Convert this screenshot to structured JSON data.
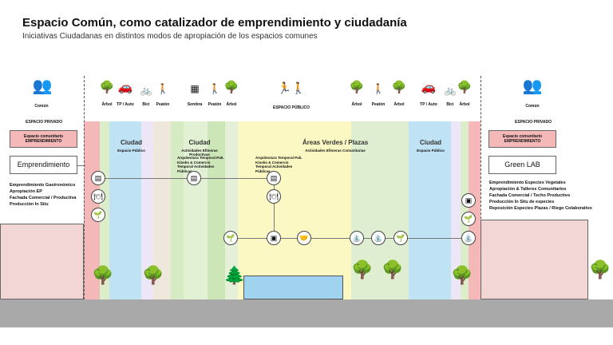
{
  "header": {
    "title": "Espacio Común, como catalizador de emprendimiento y ciudadanía",
    "subtitle": "Iniciativas Ciudadanas en distintos modos de apropiación de los espacios comunes"
  },
  "left": {
    "people_label": "Común",
    "private_label": "ESPACIO PRIVADO",
    "pink_box": [
      "Espacio comunitario",
      "EMPRENDIMIENTO"
    ],
    "white_box": "Emprendimiento",
    "list": [
      "Emprendimiento Gastronómico",
      "Apropiación EP",
      "Fachada Comercial / Productiva",
      "Producción In Situ"
    ]
  },
  "right": {
    "people_label": "Común",
    "private_label": "ESPACIO PRIVADO",
    "pink_box": [
      "Espacio comunitario",
      "EMPRENDIMIENTO"
    ],
    "white_box": "Green LAB",
    "list": [
      "Emprendimiento Especies Vegetales",
      "Apropiación & Talleres Comunitarios",
      "Fachada Comercial / Techo Productivo",
      "Producción In Situ de especies",
      "Reposición Especies Plazas / Riego Colaborativo"
    ]
  },
  "top_icons": {
    "left": [
      "Árbol",
      "TP / Auto",
      "Bici",
      "Peatón",
      "Sombra",
      "Peatón",
      "Árbol"
    ],
    "center": "ESPACIO PÚBLICO",
    "right": [
      "Árbol",
      "Peatón",
      "Árbol",
      "TP / Auto",
      "Bici",
      "Árbol"
    ]
  },
  "zones": [
    {
      "title": "Ciudad",
      "sub": "Espacio Público"
    },
    {
      "title": "Ciudad",
      "sub": "Actividades Efímeras Productivas"
    },
    {
      "title": "Áreas Verdes / Plazas",
      "sub": "Actividades Efímeras Comunitarias"
    },
    {
      "title": "Ciudad",
      "sub": "Espacio Público"
    }
  ],
  "notes": {
    "a": "Arquitectura Temporal Pab. Kiosko & Comercio Temporal Actividades Públicas",
    "b": "Arquitectura Temporal Pab. Kiosko & Comercio Temporal Actividades Públicas"
  },
  "colors": {
    "pink": "#f4b8b8",
    "green": "#d9ecc8",
    "blue": "#bfe3f5",
    "lavender": "#ece6f7",
    "beige": "#eee8dc",
    "yellow": "#fbf8c3",
    "ground": "#a9a9a9"
  }
}
